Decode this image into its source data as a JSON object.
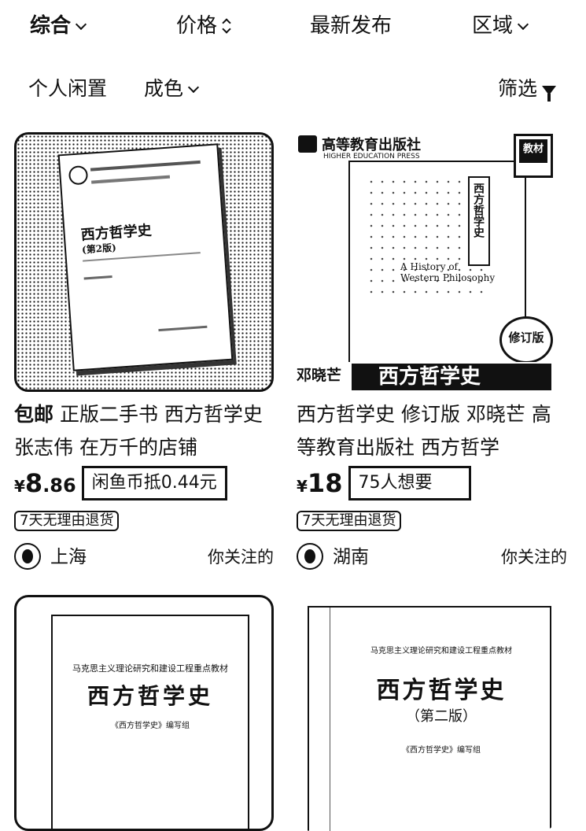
{
  "sort_bar": {
    "comprehensive": "综合",
    "price": "价格",
    "latest": "最新发布",
    "region": "区域"
  },
  "filter_bar": {
    "personal_idle": "个人闲置",
    "condition": "成色",
    "filter": "筛选"
  },
  "products": [
    {
      "badge": "包邮",
      "title": "正版二手书 西方哲学史 张志伟 在万千的店铺",
      "currency": "¥",
      "price_int": "8",
      "price_dec": ".86",
      "highlight": "闲鱼币抵0.44元",
      "tag": "7天无理由退货",
      "location": "上海",
      "follow": "你关注的",
      "cover": {
        "title": "西方哲学史",
        "edition": "(第2版)"
      }
    },
    {
      "badge": "",
      "title": "西方哲学史 修订版 邓晓芒 高等教育出版社 西方哲学",
      "currency": "¥",
      "price_int": "18",
      "price_dec": "",
      "highlight": "75人想要",
      "tag": "7天无理由退货",
      "location": "湖南",
      "follow": "你关注的",
      "cover": {
        "publisher": "高等教育出版社",
        "publisher_en": "HIGHER EDUCATION PRESS",
        "title": "西方哲学史",
        "en_title_1": "A History of",
        "en_title_2": "Western Philosophy",
        "author": "邓晓芒",
        "badge": "修订版",
        "corner": "教材"
      }
    },
    {
      "cover": {
        "series": "马克思主义理论研究和建设工程重点教材",
        "title": "西方哲学史",
        "editor": "《西方哲学史》编写组"
      }
    },
    {
      "cover": {
        "series": "马克思主义理论研究和建设工程重点教材",
        "title": "西方哲学史",
        "edition": "（第二版）",
        "editor": "《西方哲学史》编写组"
      }
    }
  ]
}
